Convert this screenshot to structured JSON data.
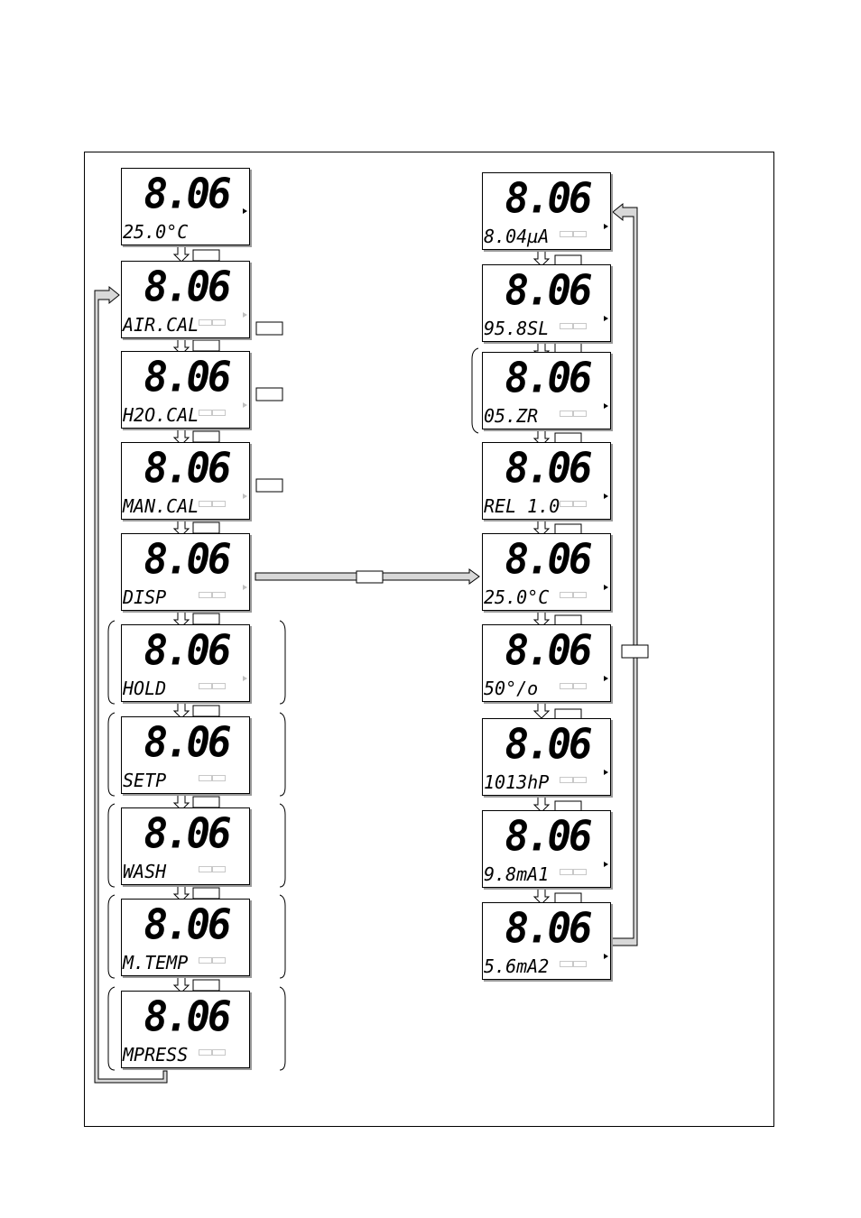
{
  "main_value": "8.06",
  "left_column": [
    {
      "id": "meas",
      "sub": "25.0°C"
    },
    {
      "id": "aircal",
      "sub": "AIR.CAL"
    },
    {
      "id": "h2ocal",
      "sub": "H2O.CAL"
    },
    {
      "id": "mancal",
      "sub": "MAN.CAL"
    },
    {
      "id": "disp",
      "sub": "DISP"
    },
    {
      "id": "hold",
      "sub": "HOLD"
    },
    {
      "id": "setp",
      "sub": "SETP"
    },
    {
      "id": "wash",
      "sub": "WASH"
    },
    {
      "id": "mtemp",
      "sub": "M.TEMP"
    },
    {
      "id": "mpress",
      "sub": "MPRESS"
    }
  ],
  "right_column": [
    {
      "id": "current",
      "sub": "8.04µA"
    },
    {
      "id": "slope",
      "sub": "95.8SL"
    },
    {
      "id": "zero",
      "sub": "05.ZR"
    },
    {
      "id": "release",
      "sub": "REL 1.0"
    },
    {
      "id": "temp",
      "sub": "25.0°C"
    },
    {
      "id": "percent",
      "sub": "50°/o"
    },
    {
      "id": "pressure",
      "sub": "1013hP"
    },
    {
      "id": "ma1",
      "sub": "9.8mA1"
    },
    {
      "id": "ma2",
      "sub": "5.6mA2"
    }
  ]
}
